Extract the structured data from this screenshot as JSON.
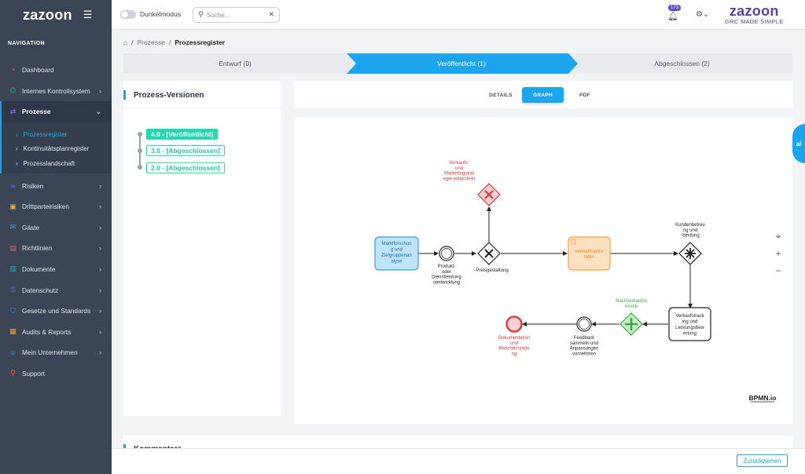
{
  "sidebar": {
    "logo": "zazoon",
    "nav_title": "NAVIGATION",
    "items": [
      {
        "label": "Dashboard",
        "icon": "dashboard-icon",
        "glyph": "◔",
        "color": "#f05a5a",
        "chev": ""
      },
      {
        "label": "Internes Kontrollsystem",
        "icon": "network-icon",
        "glyph": "⌬",
        "color": "#19b0c6",
        "chev": "›"
      },
      {
        "label": "Prozesse",
        "icon": "swap-icon",
        "glyph": "⇄",
        "color": "#7b6fe0",
        "chev": "⌄"
      }
    ],
    "subitems": [
      {
        "label": "Prozessregister"
      },
      {
        "label": "Kontinuitätsplanregister"
      },
      {
        "label": "Prozesslandschaft"
      }
    ],
    "items2": [
      {
        "label": "Risiken",
        "icon": "risk-icon",
        "glyph": "∞",
        "color": "#7b6fe0",
        "chev": "›"
      },
      {
        "label": "Drittparteirisiken",
        "icon": "package-icon",
        "glyph": "▣",
        "color": "#f2a33a",
        "chev": "›"
      },
      {
        "label": "Gäste",
        "icon": "mail-icon",
        "glyph": "✉",
        "color": "#3aa3f2",
        "chev": "›"
      },
      {
        "label": "Richtlinien",
        "icon": "document-icon",
        "glyph": "▤",
        "color": "#f05a5a",
        "chev": "›"
      },
      {
        "label": "Dokumente",
        "icon": "file-icon",
        "glyph": "▥",
        "color": "#19b0c6",
        "chev": "›"
      },
      {
        "label": "Datenschutz",
        "icon": "lock-icon",
        "glyph": "⚿",
        "color": "#7b6fe0",
        "chev": "›"
      },
      {
        "label": "Gesetze und Standards",
        "icon": "shield-icon",
        "glyph": "⛉",
        "color": "#3aa3f2",
        "chev": "›"
      },
      {
        "label": "Audits & Reports",
        "icon": "chart-icon",
        "glyph": "▦",
        "color": "#f2a33a",
        "chev": "›"
      },
      {
        "label": "Mein Unternehmen",
        "icon": "users-icon",
        "glyph": "☺",
        "color": "#3aa3f2",
        "chev": "›"
      },
      {
        "label": "Support",
        "icon": "support-icon",
        "glyph": "⚲",
        "color": "#f05a5a",
        "chev": ""
      }
    ]
  },
  "topbar": {
    "darkmode_label": "Dunkelmodus",
    "search_placeholder": "Suche...",
    "notification_count": "173",
    "brand_name": "zazoon",
    "brand_tagline": "GRC MADE SIMPLE"
  },
  "breadcrumb": {
    "home": "⌂",
    "parent": "Prozesse",
    "current": "Prozessregister"
  },
  "stepper": [
    {
      "label": "Entwurf (0)",
      "active": false
    },
    {
      "label": "Veröffentlicht (1)",
      "active": true
    },
    {
      "label": "Abgeschlossen (2)",
      "active": false
    }
  ],
  "versions_panel": {
    "title": "Prozess-Versionen",
    "versions": [
      {
        "label": "4.0 - [Veröffentlicht]",
        "status": "published"
      },
      {
        "label": "3.0 - [Abgeschlossen]",
        "status": "closed"
      },
      {
        "label": "2.0 - [Abgeschlossen]",
        "status": "closed"
      }
    ]
  },
  "tabs": [
    {
      "label": "DETAILS",
      "active": false
    },
    {
      "label": "GRAPH",
      "active": true
    },
    {
      "label": "PDF",
      "active": false
    }
  ],
  "ai_button": "ai",
  "diagram": {
    "marketing_task": [
      "Marktforschun",
      "g und",
      "Zielgruppenan",
      "alyse"
    ],
    "gw_top_label": [
      "Verkaufs-",
      "und",
      "Marketingstrat",
      "egie entwickeln"
    ],
    "event1_label": [
      "Produkt-",
      "oder",
      "Dienstleistung",
      "sentwicklung"
    ],
    "gw_x_label": "Preisgestaltung",
    "sales_task": [
      "verkaufsaktivi",
      "täten"
    ],
    "gw_complex_label": [
      "Kundenbetreu",
      "ng und",
      "-bindung"
    ],
    "tracking_task": [
      "Verkaufstrack",
      "ing und",
      "Leistungsbew",
      "ertung"
    ],
    "gw_plus_label": [
      "Nachverkaufss",
      "ervice"
    ],
    "event2_label": [
      "Feedback",
      "sammeln und",
      "Anpassungen",
      "vornehmen"
    ],
    "end_label": [
      "Dokumentation",
      "und",
      "Berichterstattu",
      "ng"
    ],
    "watermark": "BPMN.io"
  },
  "zoom_controls": [
    "⌖",
    "+",
    "−"
  ],
  "comments": {
    "title": "Kommentare"
  },
  "footer": {
    "back_button": "Zurückziehen"
  },
  "colors": {
    "accent": "#1aa5ee",
    "sidebar_bg": "#3b4556",
    "version_green": "#20d9b0",
    "brand_purple": "#5a3ea8"
  }
}
